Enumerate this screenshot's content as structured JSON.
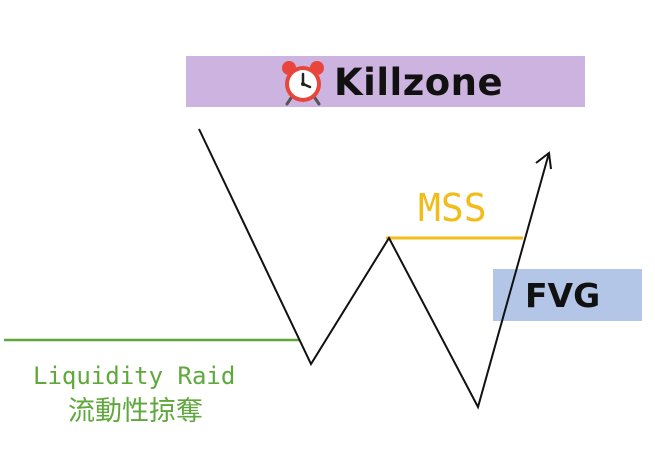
{
  "killzone": {
    "label": "Killzone",
    "icon": "alarm-clock-icon",
    "box_color": "#cdb3df"
  },
  "mss": {
    "label": "MSS",
    "color": "#f2bc1a"
  },
  "fvg": {
    "label": "FVG",
    "box_color": "#b3c6e7"
  },
  "liquidity_raid": {
    "label": "Liquidity Raid",
    "label_zh": "流動性掠奪",
    "color": "#5ea83c"
  },
  "price_path": {
    "color": "#111111"
  }
}
